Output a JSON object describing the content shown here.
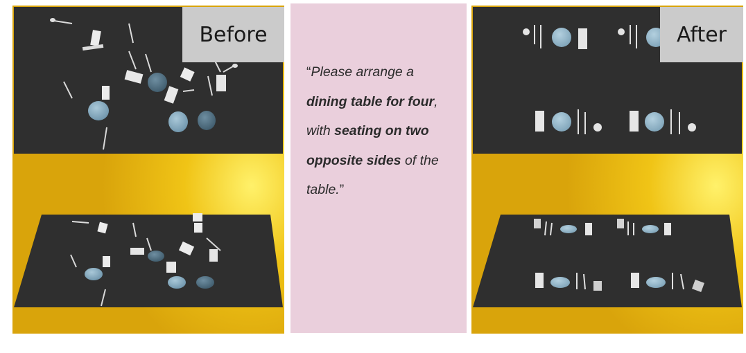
{
  "before": {
    "label": "Before",
    "description_icon": "cluttered-table-scene"
  },
  "after": {
    "label": "After",
    "description_icon": "arranged-table-scene"
  },
  "prompt": {
    "open_quote": "“",
    "seg1": "Please arrange a ",
    "seg2_bold": "dining table for four",
    "seg3": ", with ",
    "seg4_bold": "seating on two opposite sides",
    "seg5": " of the table.",
    "close_quote": "”"
  },
  "colors": {
    "table_top": "#2e2e2e",
    "floor_yellow": "#e0ab0c",
    "floor_highlight": "#fff06a",
    "plate_blue": "#8fb3c7",
    "utensil_white": "#e6e6e6",
    "label_bg": "#cbcbcb",
    "prompt_bg": "#eacfdc"
  }
}
